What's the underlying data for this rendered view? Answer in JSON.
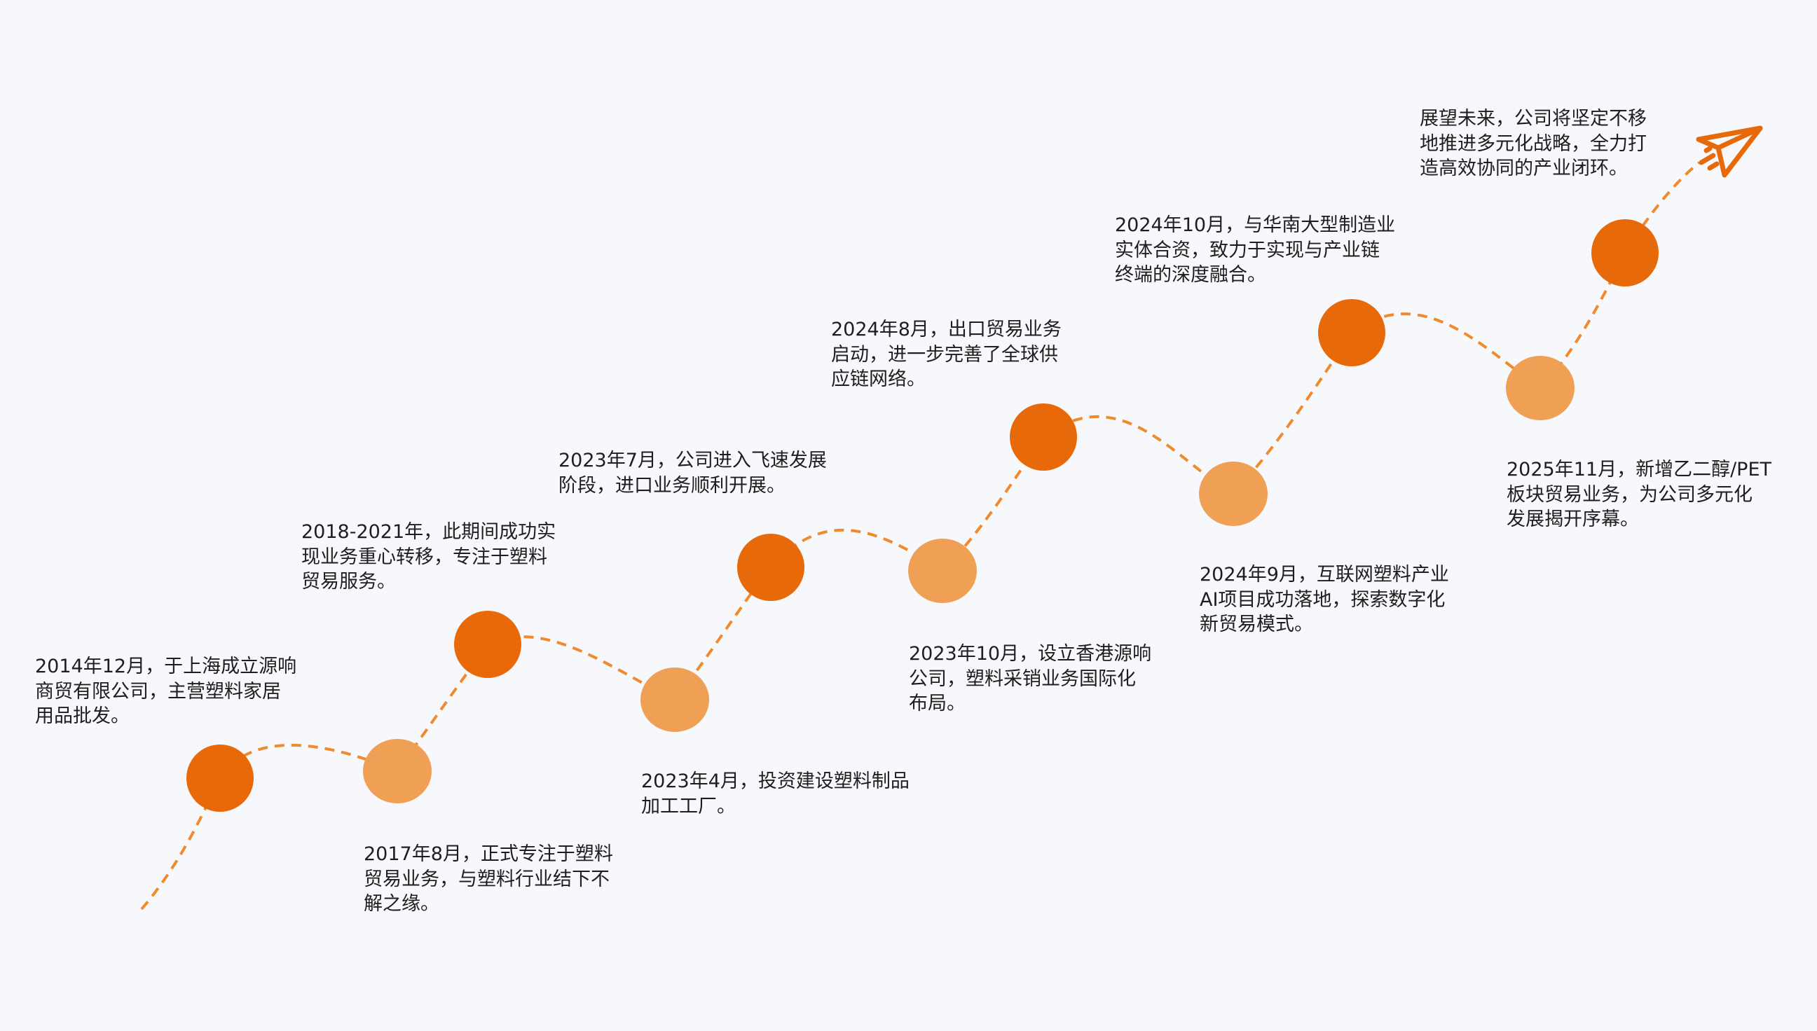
{
  "colors": {
    "dark": "#e8690a",
    "light": "#f0a055",
    "line": "#f08a2c",
    "background": "#f7f8fb"
  },
  "milestones": [
    {
      "text": "2014年12月，于上海成立源响\n商贸有限公司，主营塑料家居\n用品批发。",
      "tone": "dark"
    },
    {
      "text": "2017年8月，正式专注于塑料\n贸易业务，与塑料行业结下不\n解之缘。",
      "tone": "light"
    },
    {
      "text": "2018-2021年，此期间成功实\n现业务重心转移，专注于塑料\n贸易服务。",
      "tone": "dark"
    },
    {
      "text": "2023年4月，投资建设塑料制品\n加工工厂。",
      "tone": "light"
    },
    {
      "text": "2023年7月，公司进入飞速发展\n阶段，进口业务顺利开展。",
      "tone": "dark"
    },
    {
      "text": "2023年10月，设立香港源响\n公司，塑料采销业务国际化\n布局。",
      "tone": "light"
    },
    {
      "text": "2024年8月，出口贸易业务\n启动，进一步完善了全球供\n应链网络。",
      "tone": "dark"
    },
    {
      "text": "2024年9月，互联网塑料产业\nAI项目成功落地，探索数字化\n新贸易模式。",
      "tone": "light"
    },
    {
      "text": "2024年10月，与华南大型制造业\n实体合资，致力于实现与产业链\n终端的深度融合。",
      "tone": "dark"
    },
    {
      "text": "2025年11月，新增乙二醇/PET\n板块贸易业务，为公司多元化\n发展揭开序幕。",
      "tone": "light"
    }
  ],
  "future": {
    "text": "展望未来，公司将坚定不移\n地推进多元化战略，全力打\n造高效协同的产业闭环。",
    "icon": "paper-plane-icon"
  }
}
